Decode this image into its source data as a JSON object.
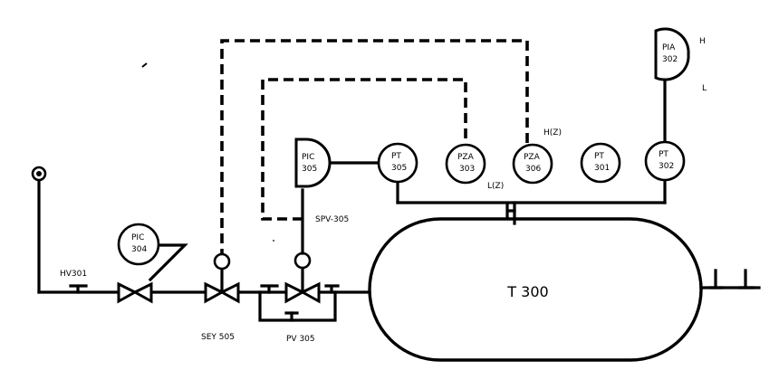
{
  "tank": {
    "label": "T 300"
  },
  "instruments": {
    "pic305": {
      "l1": "PIC",
      "l2": "305"
    },
    "pt305": {
      "l1": "PT",
      "l2": "305"
    },
    "pza303": {
      "l1": "PZA",
      "l2": "303"
    },
    "pza306": {
      "l1": "PZA",
      "l2": "306"
    },
    "pt301": {
      "l1": "PT",
      "l2": "301"
    },
    "pt302": {
      "l1": "PT",
      "l2": "302"
    },
    "pia302": {
      "l1": "PIA",
      "l2": "302"
    },
    "pic304": {
      "l1": "PIC",
      "l2": "304"
    }
  },
  "labels": {
    "hz": "H(Z)",
    "lz": "L(Z)",
    "h": "H",
    "l": "L",
    "spv": "SPV-305",
    "hv301": "HV301",
    "sey505": "SEY 505",
    "pv305": "PV 305"
  }
}
